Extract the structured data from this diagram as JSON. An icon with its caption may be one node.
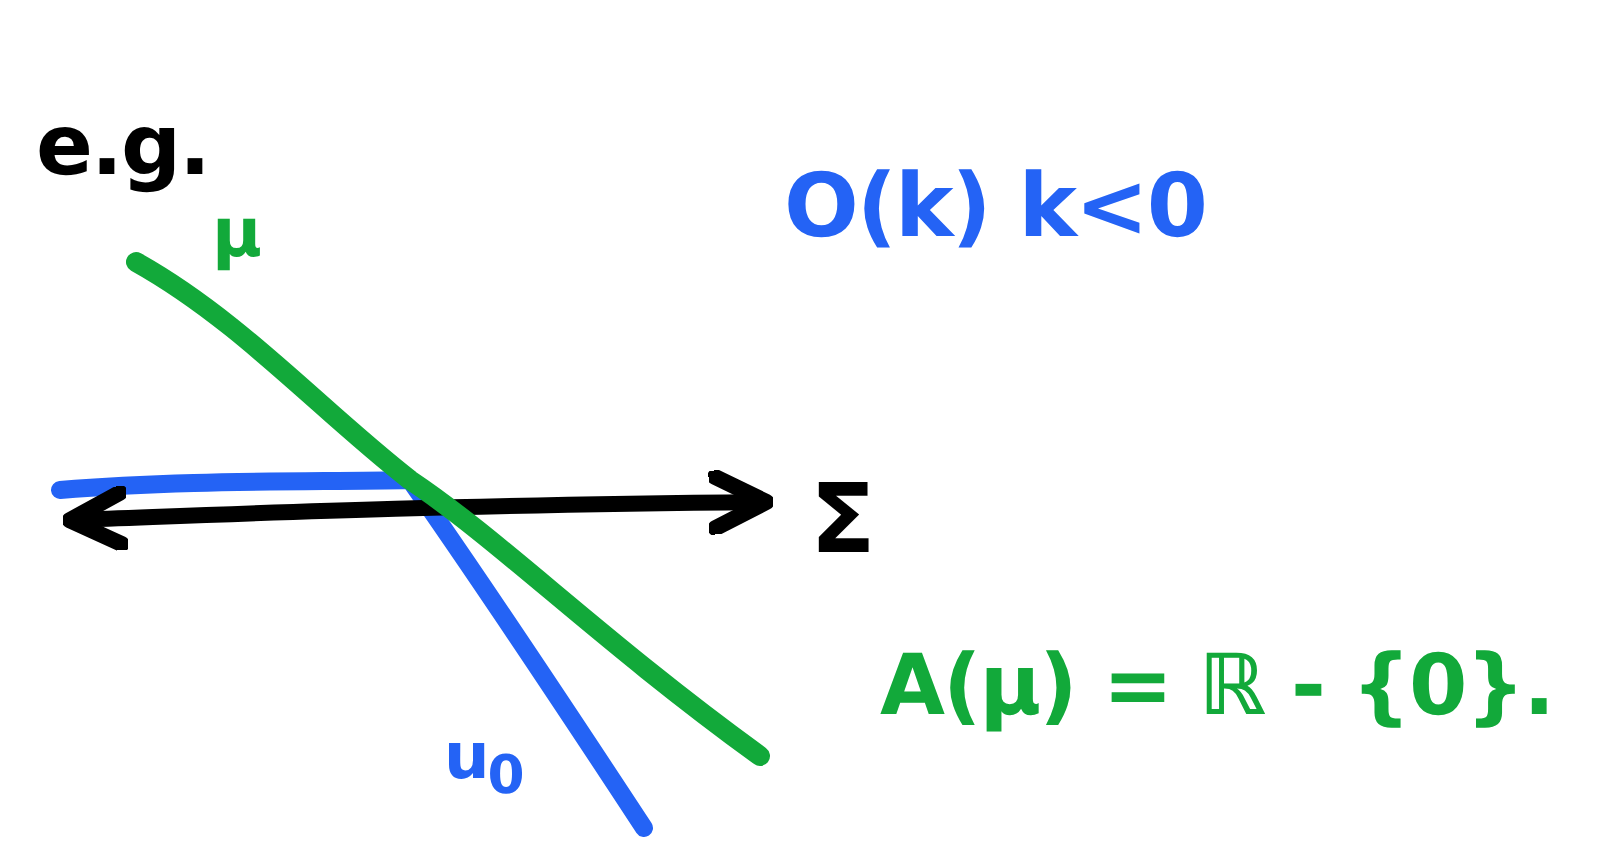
{
  "diagram": {
    "labels": [
      "e.g.",
      "O(k) k<0",
      "μ",
      "Σ",
      "u$_{0}$",
      "A(μ) = ℝ - {0}."
    ]
  }
}
